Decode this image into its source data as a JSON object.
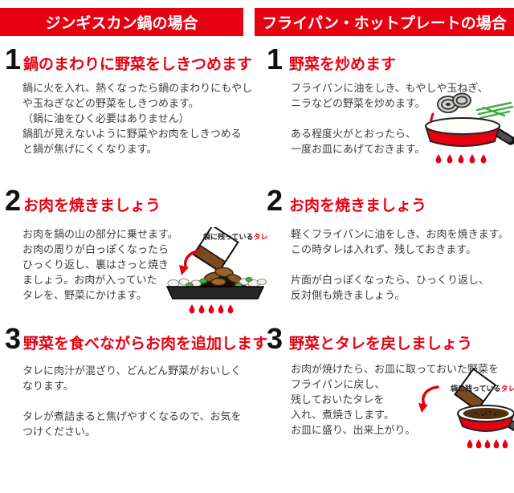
{
  "colors": {
    "accent_red": "#e60012",
    "body_text": "#3d3d3d",
    "sauce_brown": "#7b4a1e",
    "meat_brown": "#8a5a28",
    "handle_gray": "#4f4f4f",
    "leek_green": "#3bab3c"
  },
  "headers": {
    "left": "ジンギスカン鍋の場合",
    "right": "フライパン・ホットプレートの場合"
  },
  "left_column": {
    "steps": [
      {
        "number": "1",
        "title": "鍋のまわりに野菜をしきつめます",
        "body": "鍋に火を入れ、熱くなったら鍋のまわりにもやし\nや玉ねぎなどの野菜をしきつめます。\n（鍋に油をひく必要はありません）\n鍋肌が見えないように野菜やお肉をしきつめる\nと鍋が焦げにくくなります。"
      },
      {
        "number": "2",
        "title": "お肉を焼きましょう",
        "body": "お肉を鍋の山の部分に乗せます。\nお肉の周りが白っぽくなったら\nひっくり返し、裏はさっと焼き\nましょう。お肉が入っていた\nタレを、野菜にかけます。"
      },
      {
        "number": "3",
        "title": "野菜を食べながらお肉を追加します",
        "body": "タレに肉汁が混ざり、どんどん野菜がおいしく\nなります。\n\nタレが煮詰まると焦げやすくなるので、お気を\nつけください。"
      }
    ]
  },
  "right_column": {
    "steps": [
      {
        "number": "1",
        "title": "野菜を炒めます",
        "body": "フライパンに油をしき、もやしや玉ねぎ、\nニラなどの野菜を炒めます。\n\nある程度火がとおったら、\n一度お皿にあげておきます。"
      },
      {
        "number": "2",
        "title": "お肉を焼きましょう",
        "body": "軽くフライパンに油をしき、お肉を焼きます。\nこの時タレは入れず、残しておきます。\n\n片面が白っぽくなったら、ひっくり返し、\n反対側も焼きましょう。"
      },
      {
        "number": "3",
        "title": "野菜とタレを戻しましょう",
        "body": "お肉が焼けたら、お皿に取っておいた野菜を\nフライパンに戻し、\n残しておいたタレを\n入れ、煮焼きします。\nお皿に盛り、出来上がり。"
      }
    ]
  },
  "sauce_label": {
    "black": "袋に残っている",
    "red": "タレ"
  },
  "icons": {
    "right_step1_illustration": "frying-pan-with-vegetables",
    "left_step2_illustration": "jingisukan-grill-with-sauce-bag",
    "right_step3_illustration": "wok-with-sauce-and-bag"
  }
}
